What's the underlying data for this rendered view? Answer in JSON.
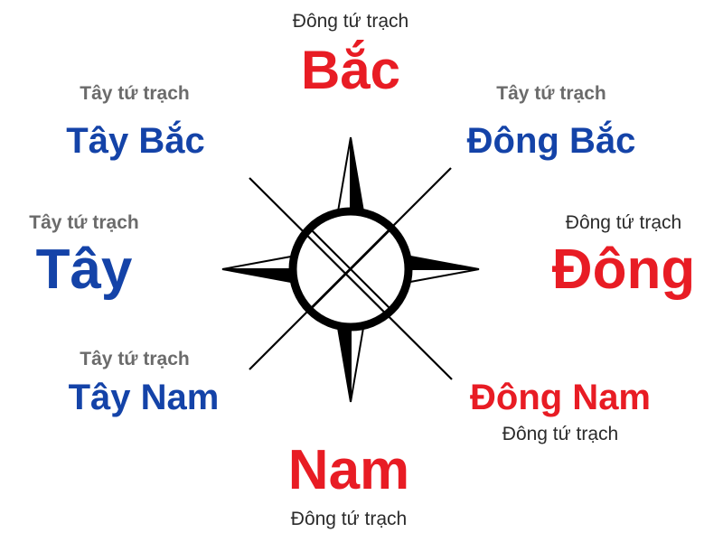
{
  "colors": {
    "east_group": "#e81c24",
    "west_group": "#1443a8",
    "subtitle_dark": "#2b2b2b",
    "subtitle_gray": "#6b6b6b",
    "compass": "#000000"
  },
  "directions": {
    "north": {
      "name": "Bắc",
      "group": "Đông tứ trạch"
    },
    "northeast": {
      "name": "Đông Bắc",
      "group": "Tây tứ trạch"
    },
    "east": {
      "name": "Đông",
      "group": "Đông tứ trạch"
    },
    "southeast": {
      "name": "Đông Nam",
      "group": "Đông tứ trạch"
    },
    "south": {
      "name": "Nam",
      "group": "Đông tứ trạch"
    },
    "southwest": {
      "name": "Tây Nam",
      "group": "Tây tứ trạch"
    },
    "west": {
      "name": "Tây",
      "group": "Tây tứ trạch"
    },
    "northwest": {
      "name": "Tây Bắc",
      "group": "Tây tứ trạch"
    }
  }
}
